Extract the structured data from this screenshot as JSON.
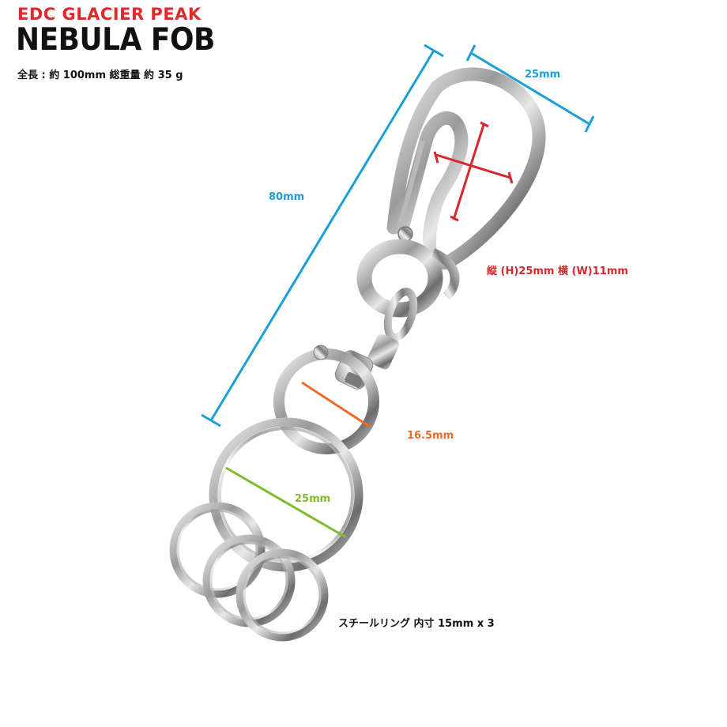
{
  "header": {
    "brand": "EDC GLACIER PEAK",
    "title": "NEBULA FOB",
    "spec": "全長 : 約 100mm 総重量 約 35 g"
  },
  "dimensions": {
    "width_top": "25mm",
    "length": "80mm",
    "hook_inner": "縦 (H)25mm 横 (W)11mm",
    "ring_medium": "16.5mm",
    "ring_large": "25mm",
    "ring_small": "スチールリング 内寸 15mm x 3"
  },
  "colors": {
    "brand": "#e0292d",
    "measure_blue": "#1b9fd8",
    "measure_red": "#d7262c",
    "measure_orange": "#ee6a28",
    "measure_green": "#7fbb2c"
  }
}
